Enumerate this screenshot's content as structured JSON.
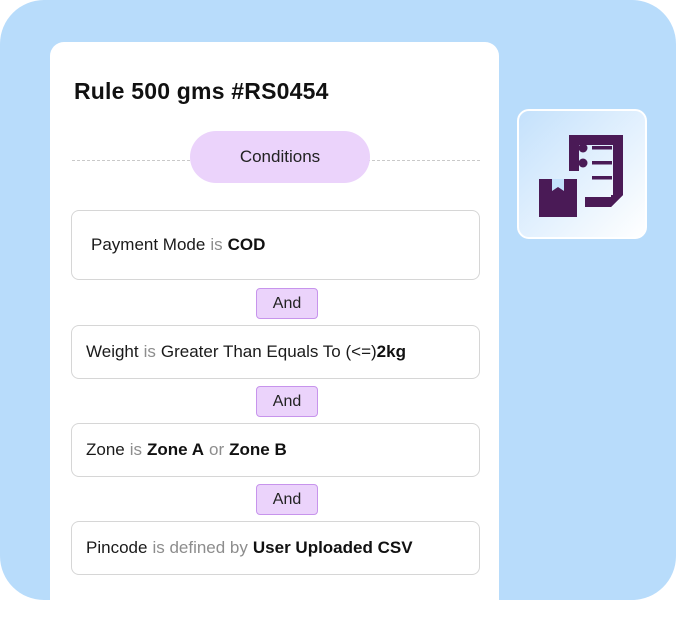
{
  "rule": {
    "title": "Rule 500 gms #RS0454",
    "section_label": "Conditions"
  },
  "conditions": [
    {
      "field": "Payment Mode",
      "operator": "is",
      "value": "COD"
    },
    {
      "field": "Weight",
      "operator": "is",
      "comparator": "Greater Than Equals To (<=)",
      "value": "2kg"
    },
    {
      "field": "Zone",
      "operator": "is",
      "value": "Zone A",
      "joiner": "or",
      "value2": "Zone B"
    },
    {
      "field": "Pincode",
      "operator": "is defined by",
      "value": "User Uploaded CSV"
    }
  ],
  "connectors": [
    "And",
    "And",
    "And"
  ],
  "icon": {
    "name": "document-package-icon",
    "color": "#4a1a56"
  },
  "colors": {
    "background": "#b8dcfb",
    "pill": "#ebd3fb",
    "pill_border": "#c794ec",
    "muted_text": "#8d8d8d"
  }
}
